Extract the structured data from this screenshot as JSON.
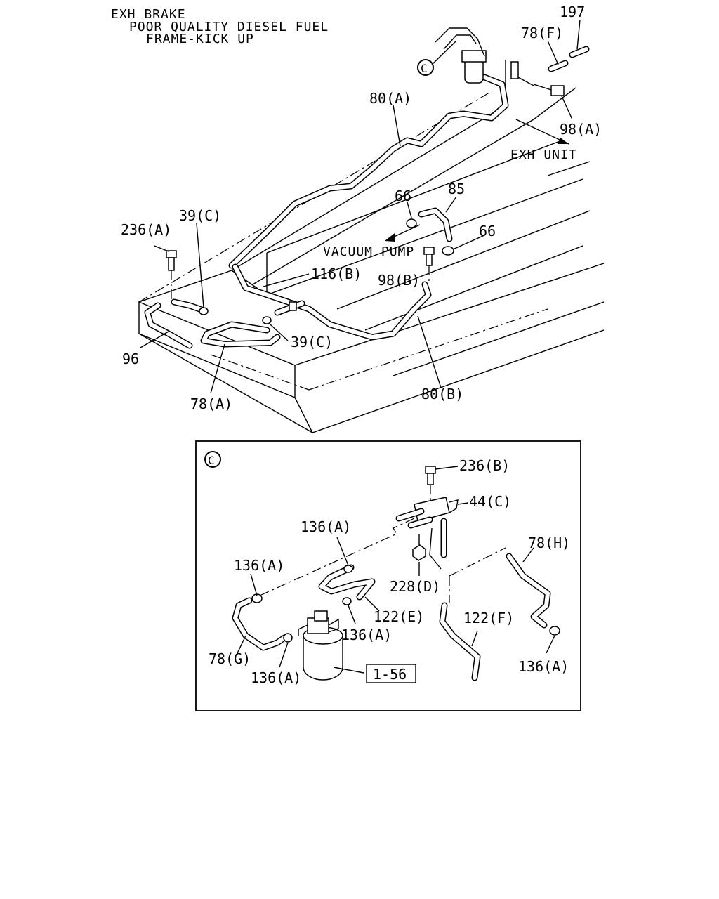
{
  "header": {
    "line1": "EXH BRAKE",
    "line2": "POOR QUALITY DIESEL FUEL",
    "line3": "FRAME-KICK UP"
  },
  "labels": {
    "p197": "197",
    "p78f": "78(F)",
    "circle_c_main": "C",
    "p80a": "80(A)",
    "p98a": "98(A)",
    "exh_unit": "EXH UNIT",
    "p66_top": "66",
    "p85": "85",
    "p66_right": "66",
    "vacuum_pump": "VACUUM PUMP",
    "p98b": "98(B)",
    "p236a": "236(A)",
    "p39c_top": "39(C)",
    "p116b": "116(B)",
    "p39c_bottom": "39(C)",
    "p96": "96",
    "p78a": "78(A)",
    "p80b": "80(B)"
  },
  "detail": {
    "circle_c": "C",
    "p236b": "236(B)",
    "p44c": "44(C)",
    "p136a_1": "136(A)",
    "p78h": "78(H)",
    "p136a_2": "136(A)",
    "p228d": "228(D)",
    "p122e": "122(E)",
    "p122f": "122(F)",
    "p136a_3": "136(A)",
    "p78g": "78(G)",
    "p136a_4": "136(A)",
    "p1_56": "1-56",
    "p136a_5": "136(A)"
  }
}
